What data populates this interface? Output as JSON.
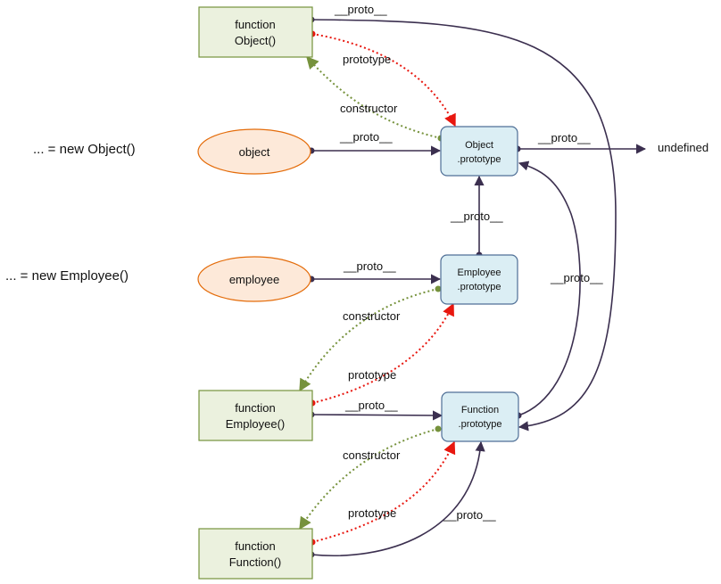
{
  "side_labels": {
    "new_object": "... = new Object()",
    "new_employee": "... = new Employee()"
  },
  "nodes": {
    "fn_object": {
      "line1": "function",
      "line2": "Object()"
    },
    "fn_employee": {
      "line1": "function",
      "line2": "Employee()"
    },
    "fn_function": {
      "line1": "function",
      "line2": "Function()"
    },
    "object_instance": {
      "label": "object"
    },
    "employee_instance": {
      "label": "employee"
    },
    "object_prototype": {
      "line1": "Object",
      "line2": ".prototype"
    },
    "employee_prototype": {
      "line1": "Employee",
      "line2": ".prototype"
    },
    "function_prototype": {
      "line1": "Function",
      "line2": ".prototype"
    },
    "undefined": {
      "label": "undefined"
    }
  },
  "edge_labels": {
    "proto": "__proto__",
    "prototype": "prototype",
    "constructor": "constructor"
  },
  "colors": {
    "proto_edge": "#3b2f4f",
    "prototype_edge": "#e8170f",
    "constructor_edge": "#76923c",
    "fn_box_fill": "#ebf1de",
    "fn_box_stroke": "#76923c",
    "ellipse_fill": "#fde9d9",
    "ellipse_stroke": "#e46c0a",
    "proto_box_fill": "#dbeef4",
    "proto_box_stroke": "#4f6f96"
  }
}
